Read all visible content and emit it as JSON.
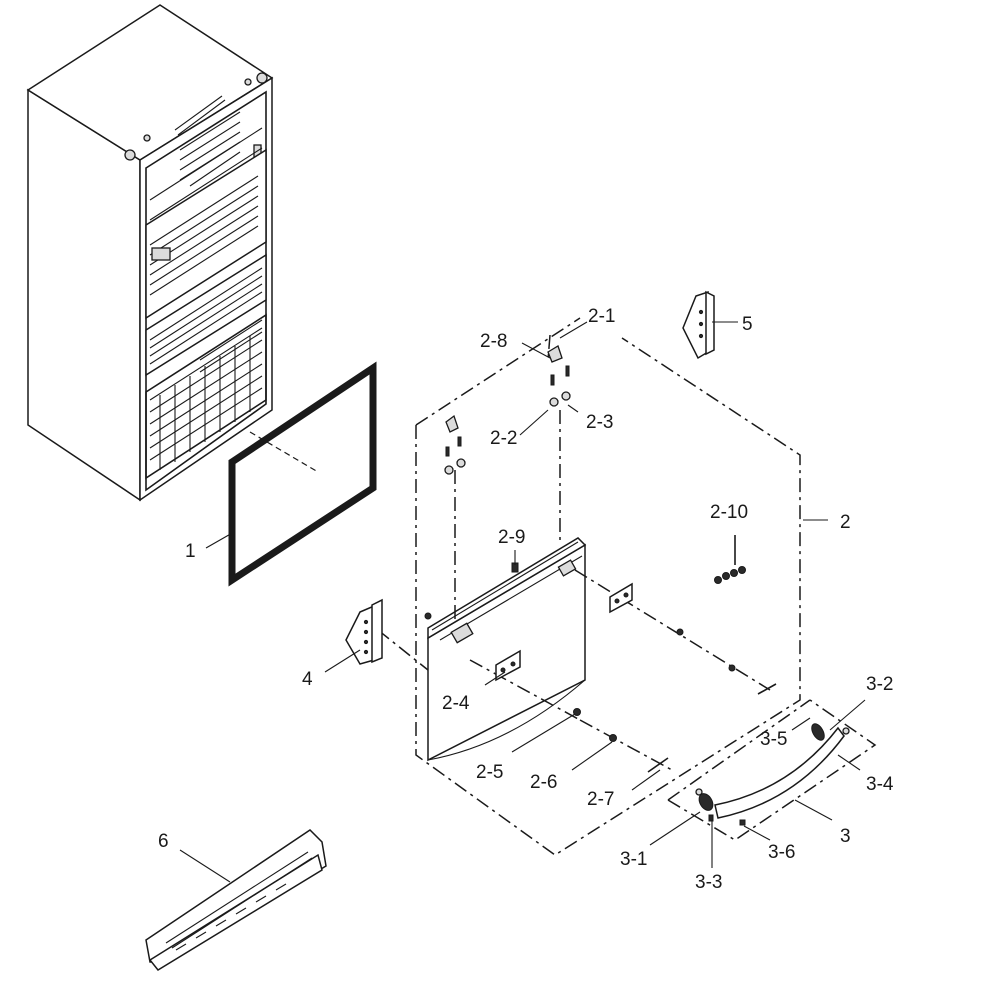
{
  "callouts": {
    "p1": "1",
    "p2": "2",
    "p2_1": "2-1",
    "p2_2": "2-2",
    "p2_3": "2-3",
    "p2_4": "2-4",
    "p2_5": "2-5",
    "p2_6": "2-6",
    "p2_7": "2-7",
    "p2_8": "2-8",
    "p2_9": "2-9",
    "p2_10": "2-10",
    "p3": "3",
    "p3_1": "3-1",
    "p3_2": "3-2",
    "p3_3": "3-3",
    "p3_4": "3-4",
    "p3_5": "3-5",
    "p3_6": "3-6",
    "p4": "4",
    "p5": "5",
    "p6": "6"
  },
  "colors": {
    "line": "#1a1a1a",
    "background": "#ffffff",
    "shade": "#dcdcdc"
  }
}
